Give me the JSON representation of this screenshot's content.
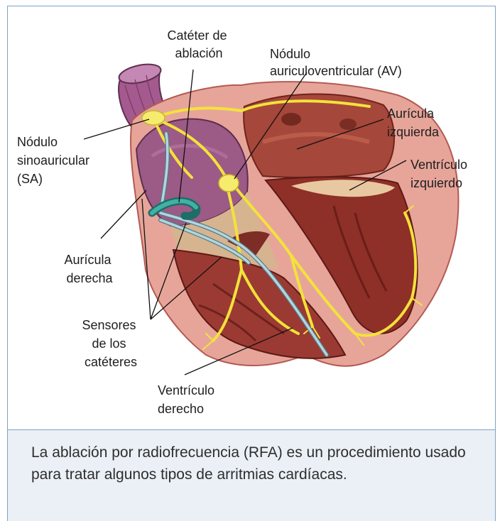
{
  "labels": {
    "cateter_ablacion": [
      "Catéter de",
      "ablación"
    ],
    "nodulo_av": [
      "Nódulo",
      "auriculoventricular (AV)"
    ],
    "auricula_izquierda": [
      "Aurícula",
      "izquierda"
    ],
    "ventriculo_izquierdo": [
      "Ventrículo",
      "izquierdo"
    ],
    "nodulo_sa": [
      "Nódulo",
      "sinoauricular",
      "(SA)"
    ],
    "auricula_derecha": [
      "Aurícula",
      "derecha"
    ],
    "sensores": [
      "Sensores",
      "de los",
      "catéteres"
    ],
    "ventriculo_derecho": [
      "Ventrículo",
      "derecho"
    ]
  },
  "caption": "La ablación por radiofrecuencia (RFA) es un procedimiento usado para tratar algunos tipos de arritmias cardíacas.",
  "colors": {
    "frame": "#7fa3c3",
    "caption_bg": "#eaf0f6",
    "heart_outer": "#e39a8e",
    "heart_wall": "#8c2f27",
    "atrium_right": "#8e4f78",
    "conduction": "#f3e23a",
    "catheter": "#a9c9d2",
    "ablation_tip": "#2f9f95"
  }
}
